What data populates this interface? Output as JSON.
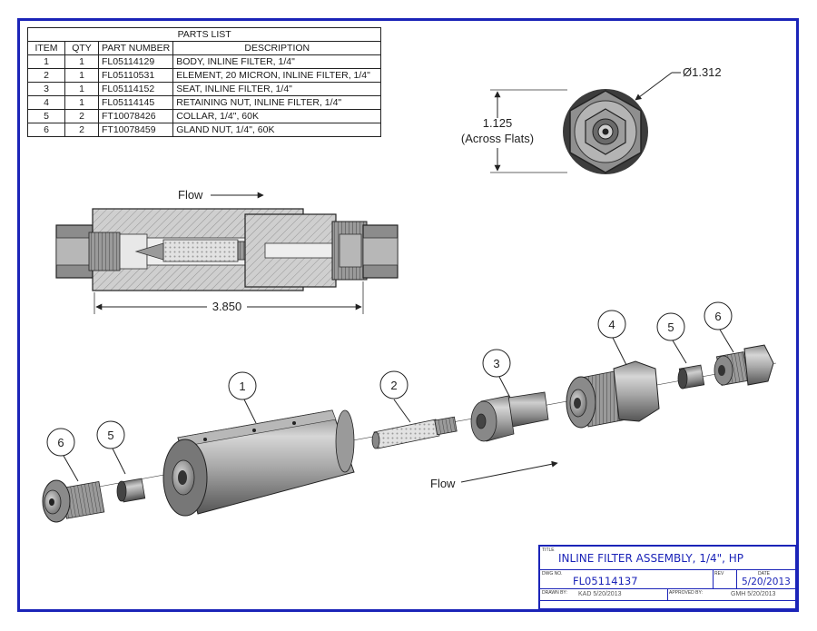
{
  "parts_list": {
    "title": "PARTS LIST",
    "headers": [
      "ITEM",
      "QTY",
      "PART NUMBER",
      "DESCRIPTION"
    ],
    "rows": [
      {
        "item": "1",
        "qty": "1",
        "part": "FL05114129",
        "desc": "BODY, INLINE FILTER, 1/4\""
      },
      {
        "item": "2",
        "qty": "1",
        "part": "FL05110531",
        "desc": "ELEMENT, 20 MICRON, INLINE FILTER, 1/4\""
      },
      {
        "item": "3",
        "qty": "1",
        "part": "FL05114152",
        "desc": "SEAT, INLINE FILTER, 1/4\""
      },
      {
        "item": "4",
        "qty": "1",
        "part": "FL05114145",
        "desc": "RETAINING NUT, INLINE FILTER, 1/4\""
      },
      {
        "item": "5",
        "qty": "2",
        "part": "FT10078426",
        "desc": "COLLAR, 1/4\", 60K"
      },
      {
        "item": "6",
        "qty": "2",
        "part": "FT10078459",
        "desc": "GLAND NUT, 1/4\", 60K"
      }
    ]
  },
  "end_view": {
    "diameter": "Ø1.312",
    "across_flats_value": "1.125",
    "across_flats_label": "(Across Flats)"
  },
  "section_view": {
    "flow_label": "Flow",
    "length": "3.850"
  },
  "exploded_view": {
    "flow_label": "Flow",
    "balloons": {
      "b1": "1",
      "b2": "2",
      "b3": "3",
      "b4": "4",
      "b5_right": "5",
      "b6_right": "6",
      "b5_left": "5",
      "b6_left": "6"
    }
  },
  "title_block": {
    "title_caption": "TITLE",
    "title": "INLINE FILTER ASSEMBLY, 1/4\", HP",
    "dwg_caption": "DWG NO.",
    "dwg_no": "FL05114137",
    "rev_caption": "REV",
    "rev": "",
    "date_caption": "DATE",
    "date": "5/20/2013",
    "drawn_caption": "DRAWN BY:",
    "drawn": "KAD  5/20/2013",
    "approved_caption": "APPROVED BY:",
    "approved": "GMH  5/20/2013"
  },
  "colors": {
    "border": "#1b24b8",
    "metal_light": "#c9c9c9",
    "metal_dark": "#4a4a4a"
  }
}
